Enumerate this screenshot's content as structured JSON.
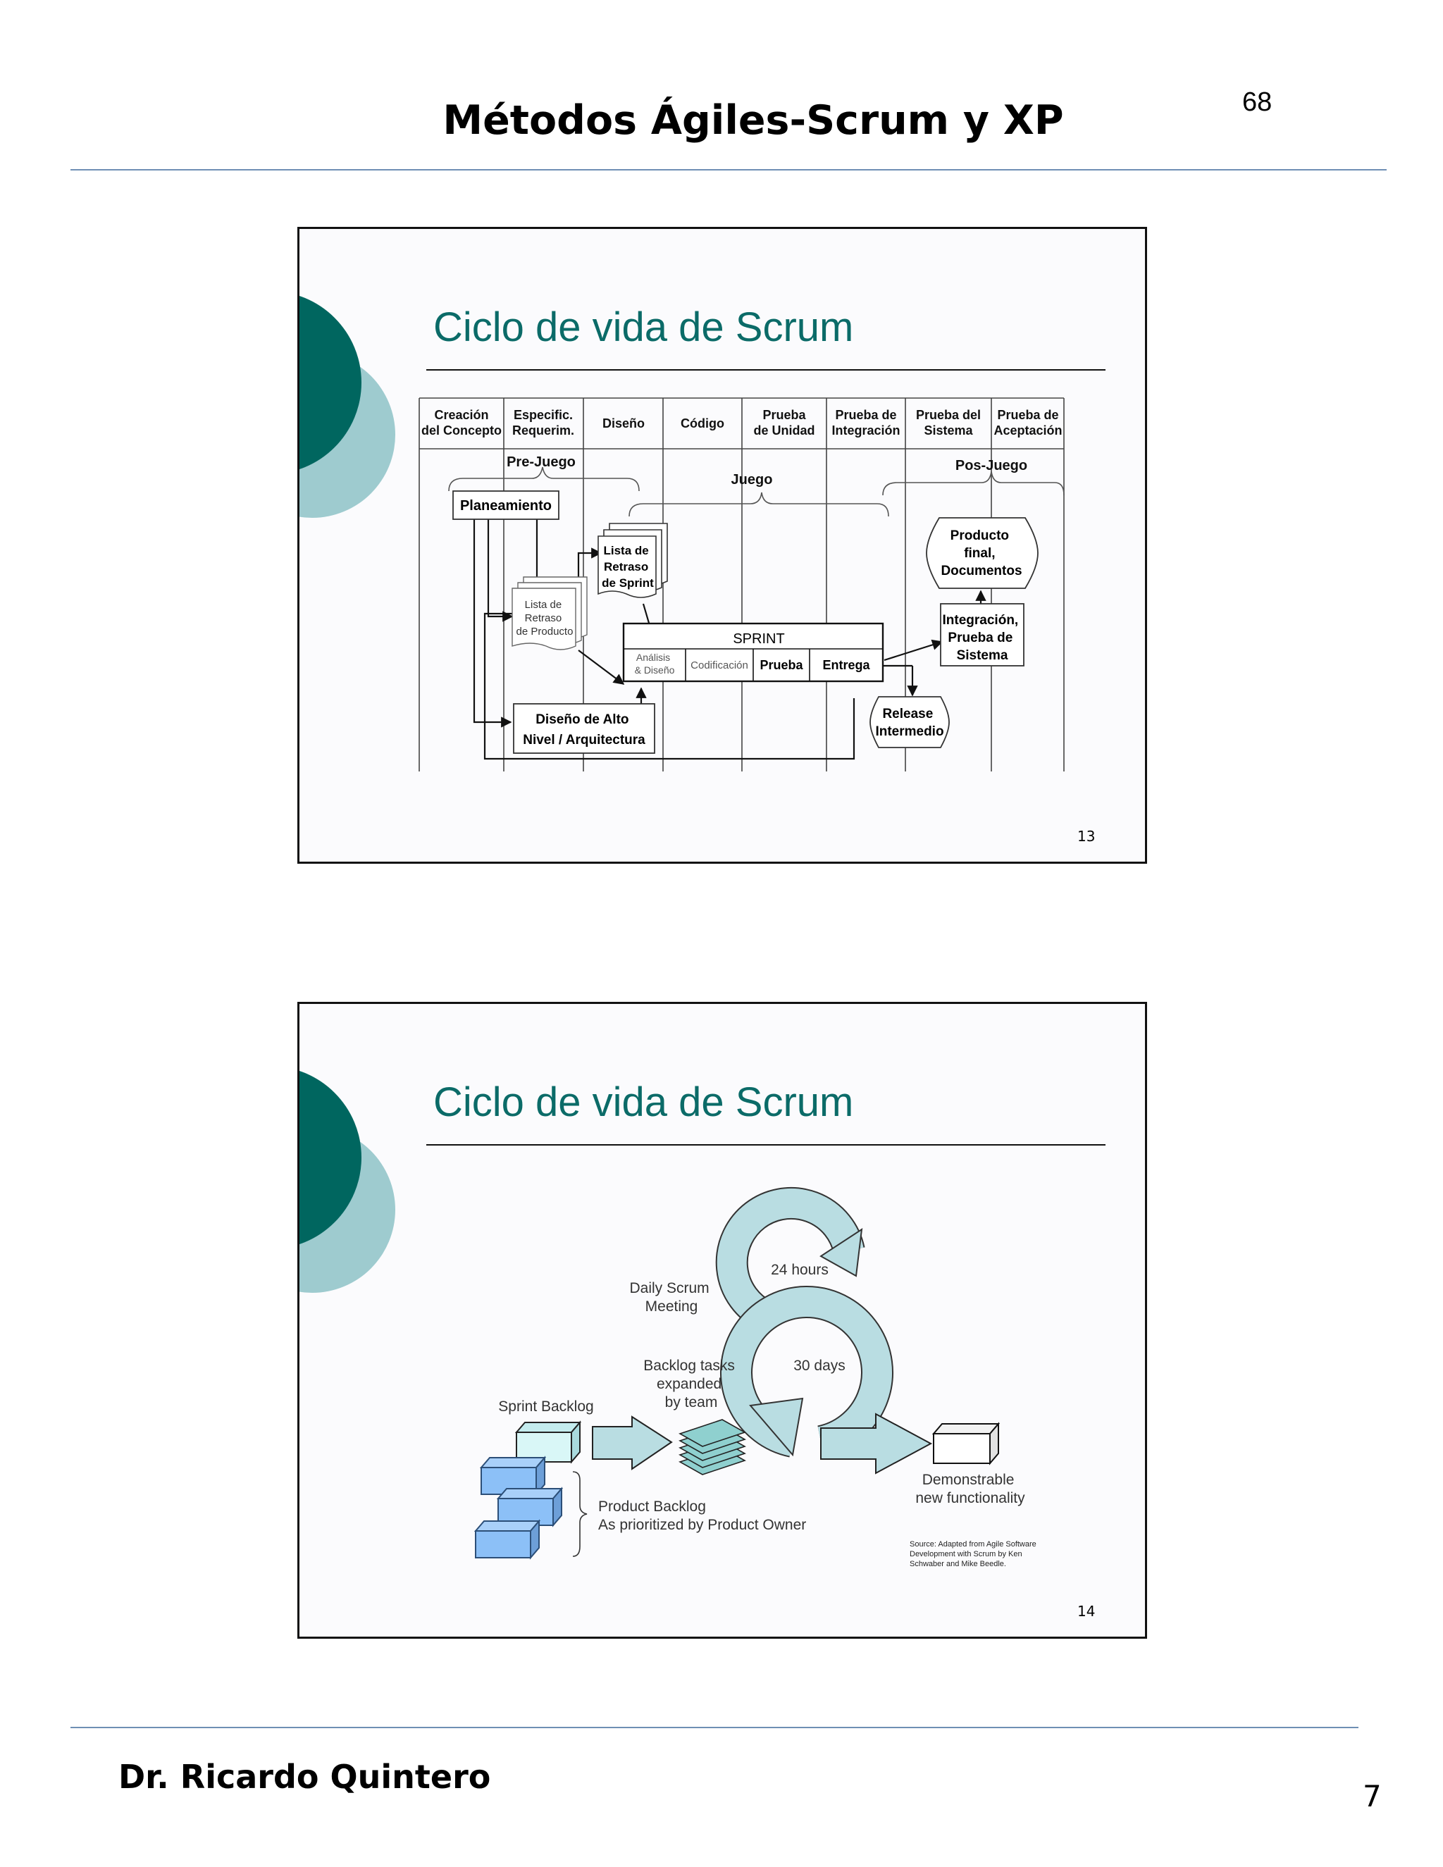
{
  "header": {
    "title": "Métodos Ágiles-Scrum y XP",
    "page_number": "68"
  },
  "footer": {
    "author": "Dr. Ricardo Quintero",
    "page_number": "7"
  },
  "slide1": {
    "title": "Ciclo de vida de Scrum",
    "number": "13",
    "columns": [
      [
        "Creación",
        "del Concepto"
      ],
      [
        "Especific.",
        "Requerim."
      ],
      [
        "Diseño"
      ],
      [
        "Código"
      ],
      [
        "Prueba",
        "de Unidad"
      ],
      [
        "Prueba de",
        "Integración"
      ],
      [
        "Prueba del",
        "Sistema"
      ],
      [
        "Prueba de",
        "Aceptación"
      ]
    ],
    "phases": {
      "pre": "Pre-Juego",
      "game": "Juego",
      "post": "Pos-Juego"
    },
    "boxes": {
      "planning": "Planeamiento",
      "sprint_backlog": [
        "Lista de",
        "Retraso",
        "de Sprint"
      ],
      "product_backlog": [
        "Lista de",
        "Retraso",
        "de Producto"
      ],
      "sprint": "SPRINT",
      "analysis": [
        "Análisis",
        "& Diseño"
      ],
      "coding": "Codificación",
      "testing": "Prueba",
      "delivery": "Entrega",
      "high_level": [
        "Diseño de Alto",
        "Nivel / Arquitectura"
      ],
      "final_product": [
        "Producto",
        "final,",
        "Documentos"
      ],
      "integration": [
        "Integración,",
        "Prueba de",
        "Sistema"
      ],
      "release": [
        "Release",
        "Intermedio"
      ]
    }
  },
  "slide2": {
    "title": "Ciclo de vida de Scrum",
    "number": "14",
    "labels": {
      "hours": "24 hours",
      "days": "30 days",
      "daily": [
        "Daily Scrum",
        "Meeting"
      ],
      "tasks": [
        "Backlog tasks",
        "expanded",
        "by team"
      ],
      "sprint_backlog": "Sprint Backlog",
      "product_backlog": [
        "Product Backlog",
        "As prioritized by Product Owner"
      ],
      "demonstrable": [
        "Demonstrable",
        "new functionality"
      ],
      "source": [
        "Source: Adapted from Agile Software",
        "Development with Scrum by Ken",
        "Schwaber and Mike Beedle."
      ]
    },
    "colors": {
      "accent_dark": "#00665f",
      "accent_light": "#9ecbcf",
      "cycle": "#b9dde2",
      "blocks": "#8cc0f7"
    }
  }
}
